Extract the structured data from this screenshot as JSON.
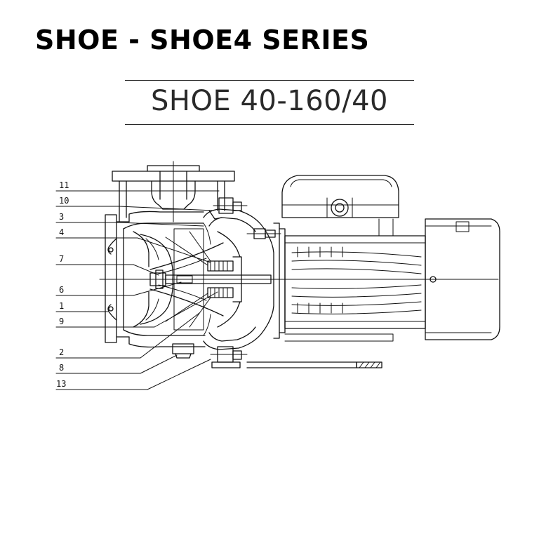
{
  "header": {
    "series_title": "SHOE - SHOE4 SERIES",
    "model_title": "SHOE 40-160/40"
  },
  "drawing": {
    "part_labels": [
      "11",
      "10",
      "3",
      "4",
      "7",
      "6",
      "1",
      "9",
      "2",
      "8",
      "13"
    ],
    "line_color": "#111111"
  }
}
